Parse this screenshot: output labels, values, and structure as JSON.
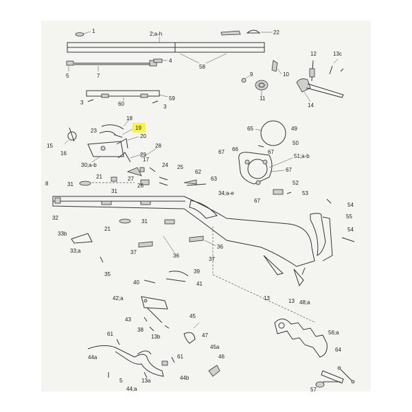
{
  "highlight_color": "#f7f34a",
  "labels": {
    "l1": "1",
    "l2ah": "2;a-h",
    "l22": "22",
    "l5": "5",
    "l7": "7",
    "l4": "4",
    "l58": "58",
    "l9": "9",
    "l10": "10",
    "l12": "12",
    "l13c": "13c",
    "l11": "11",
    "l14": "14",
    "l3a": "3",
    "l60": "60",
    "l59": "59",
    "l3b": "3",
    "l18": "18",
    "l19": "19",
    "l20": "20",
    "l23": "23",
    "l15": "15",
    "l16": "16",
    "l30ab": "30;a-b",
    "l29": "29",
    "l28": "28",
    "l65": "65",
    "l49": "49",
    "l50": "50",
    "l67a": "67",
    "l66": "66",
    "l67b": "67",
    "l51ab": "51;a-b",
    "l67c": "67",
    "l67d": "67",
    "l17": "17",
    "l24": "24",
    "l25": "25",
    "l62": "62",
    "l63": "63",
    "l8": "8",
    "l31a": "31",
    "l21a": "21",
    "l27": "27",
    "l26": "26",
    "l31b": "31",
    "l52": "52",
    "l53": "53",
    "l34ae": "34;a-e",
    "l54a": "54",
    "l32": "32",
    "l55": "55",
    "l54b": "54",
    "l21b": "21",
    "l31c": "31",
    "l33b": "33b",
    "l33a": "33;a",
    "l36a": "36",
    "l37a": "37",
    "l36b": "36",
    "l37b": "37",
    "l35": "35",
    "l39": "39",
    "l40": "40",
    "l41": "41",
    "l13a": "13",
    "l13b": "13",
    "l48a": "48;a",
    "l42a": "42;a",
    "l43": "43",
    "l38": "38",
    "l13bb": "13b",
    "l45": "45",
    "l47": "47",
    "l56a": "56;a",
    "l61a": "61",
    "l44a": "44a",
    "l61b": "61",
    "l45a": "45a",
    "l64": "64",
    "l46": "46",
    "l44b": "44b",
    "l5b": "5",
    "l13aa": "13a",
    "l44x": "44;a",
    "l57": "57"
  }
}
